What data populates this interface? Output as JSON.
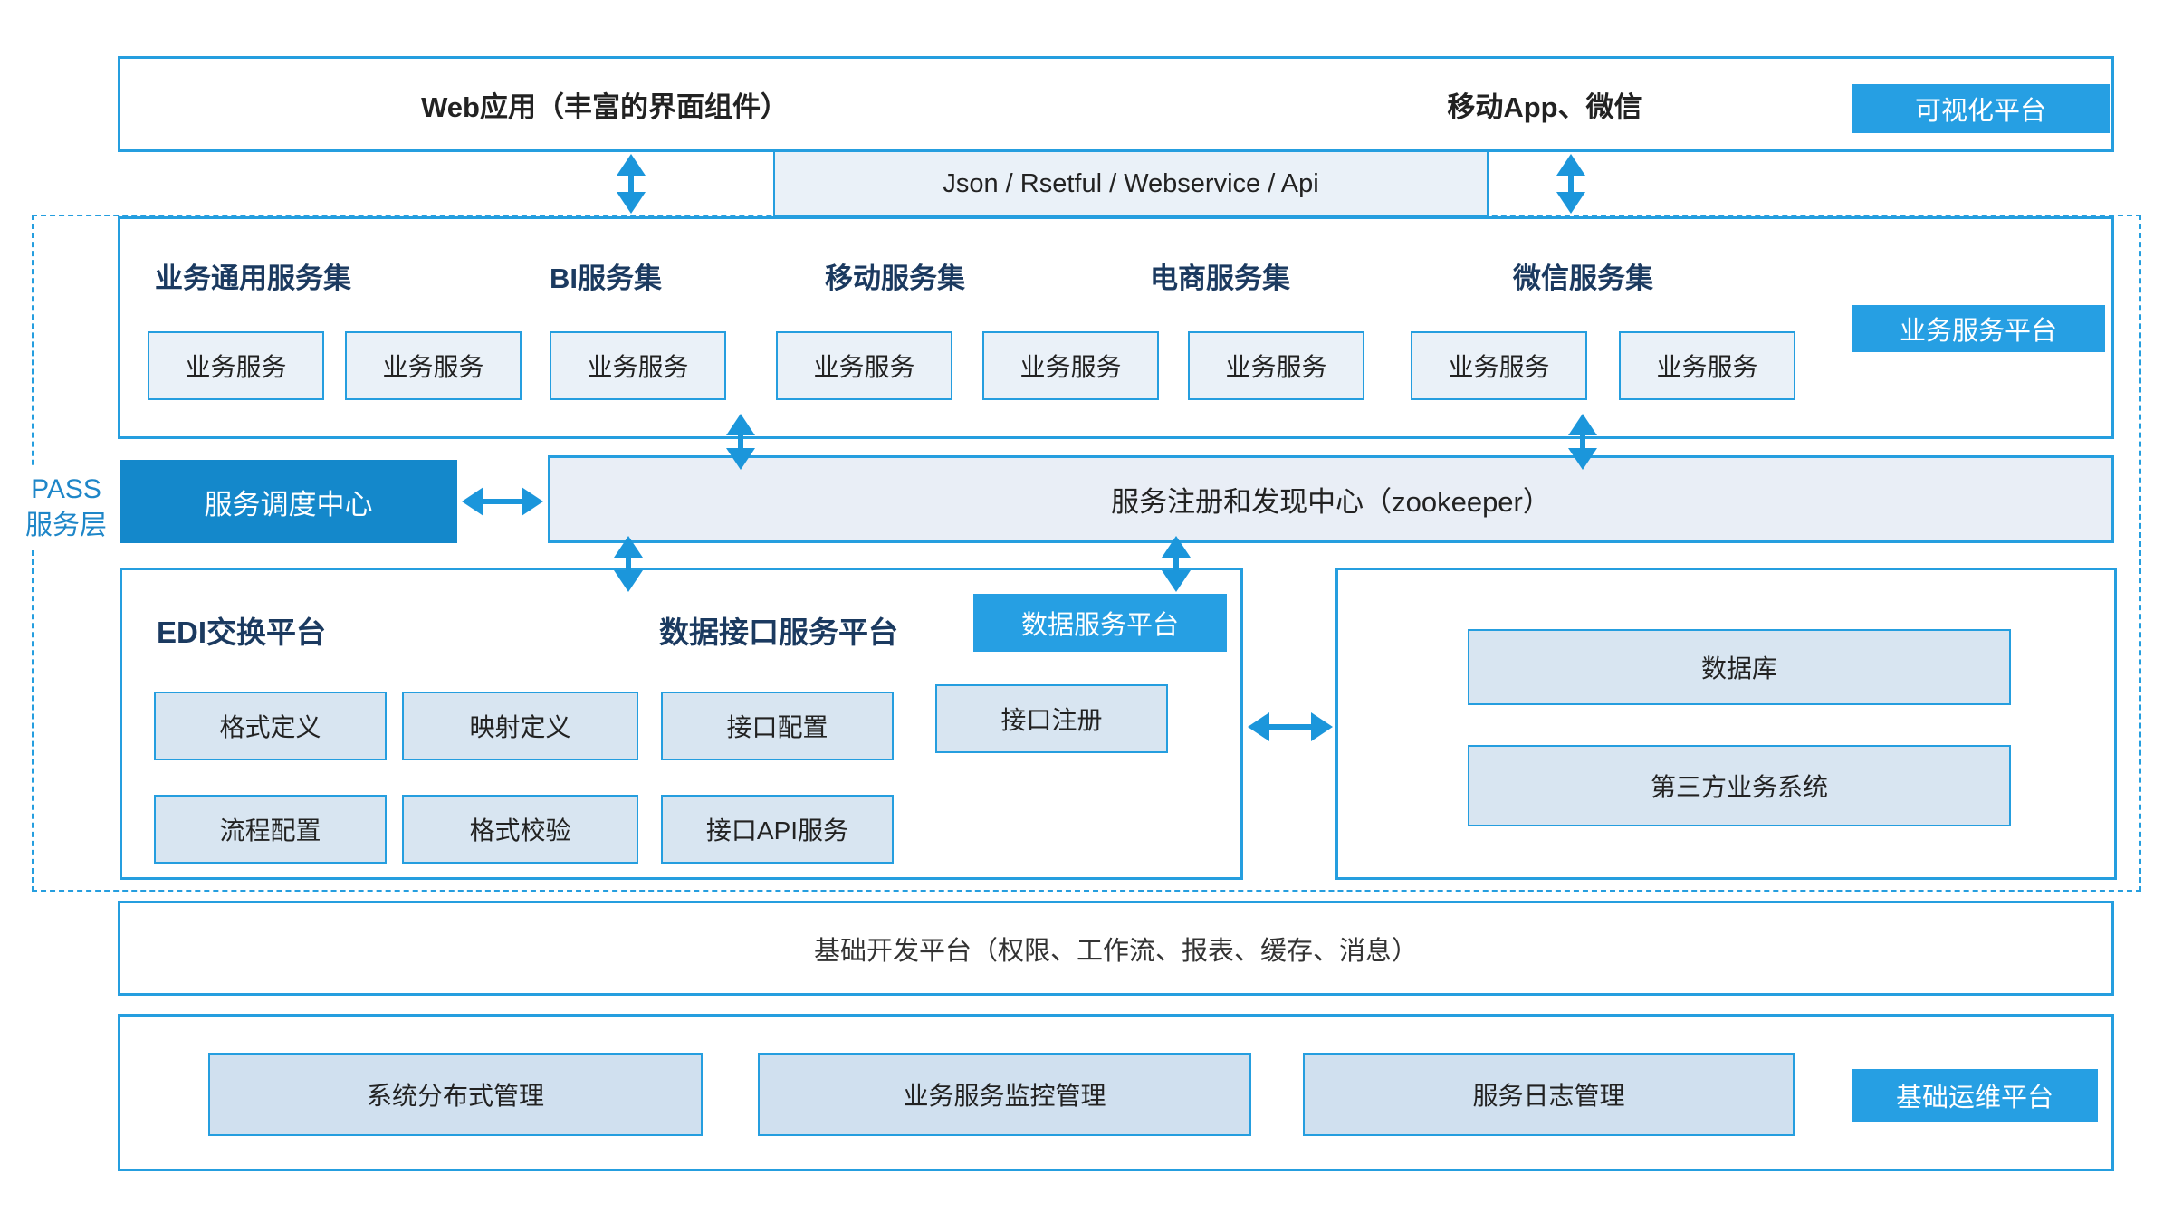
{
  "colors": {
    "accent_border": "#259EDF",
    "arrow": "#1B96DB",
    "badge_bg": "#269FE3",
    "scheduler_bg": "#1488CB",
    "panel_light": "#EAF1F8",
    "panel_mid": "#D8E5F1",
    "panel_deep": "#D0E0EF",
    "heading_navy": "#1B3A60",
    "body_text": "#333333",
    "pass_label": "#1E86C8"
  },
  "top": {
    "web_label": "Web应用（丰富的界面组件）",
    "mobile_label": "移动App、微信",
    "badge": "可视化平台"
  },
  "api_bar": {
    "label": "Json / Rsetful / Webservice / Api"
  },
  "pass_layer": {
    "line1": "PASS",
    "line2": "服务层"
  },
  "business_platform": {
    "badge": "业务服务平台",
    "groups": [
      "业务通用服务集",
      "BI服务集",
      "移动服务集",
      "电商服务集",
      "微信服务集"
    ],
    "services": [
      "业务服务",
      "业务服务",
      "业务服务",
      "业务服务",
      "业务服务",
      "业务服务",
      "业务服务",
      "业务服务"
    ]
  },
  "scheduler": {
    "label": "服务调度中心"
  },
  "registry": {
    "label": "服务注册和发现中心（zookeeper）"
  },
  "data_platform": {
    "edi_title": "EDI交换平台",
    "interface_title": "数据接口服务平台",
    "badge": "数据服务平台",
    "row1": [
      "格式定义",
      "映射定义",
      "接口配置"
    ],
    "registry_box": "接口注册",
    "row2": [
      "流程配置",
      "格式校验",
      "接口API服务"
    ]
  },
  "external": {
    "items": [
      "数据库",
      "第三方业务系统"
    ]
  },
  "base_dev": {
    "label": "基础开发平台（权限、工作流、报表、缓存、消息）"
  },
  "ops": {
    "items": [
      "系统分布式管理",
      "业务服务监控管理",
      "服务日志管理"
    ],
    "badge": "基础运维平台"
  }
}
